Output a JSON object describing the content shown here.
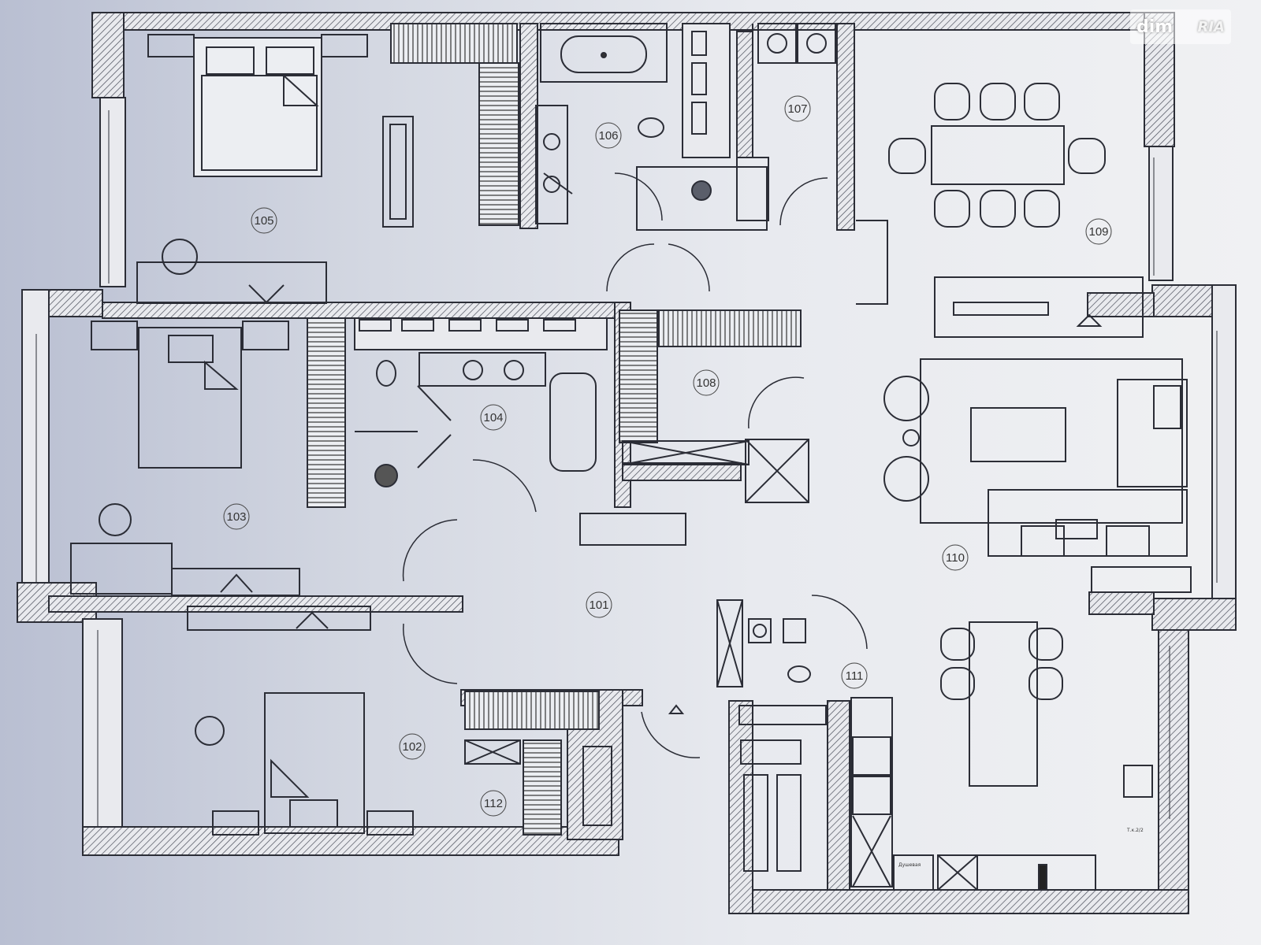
{
  "watermark": {
    "left": "dim",
    "right": "RIA"
  },
  "rooms": {
    "r101": "101",
    "r102": "102",
    "r103": "103",
    "r104": "104",
    "r105": "105",
    "r106": "106",
    "r107": "107",
    "r108": "108",
    "r109": "109",
    "r110": "110",
    "r111": "111",
    "r112": "112"
  },
  "notes": {
    "note_bottom_left": "Душевая",
    "note_bottom_right": "Т.к.2/2"
  },
  "colors": {
    "wall": "#3c3f4a",
    "line": "#2b2d36",
    "hatch": "#555a66"
  }
}
